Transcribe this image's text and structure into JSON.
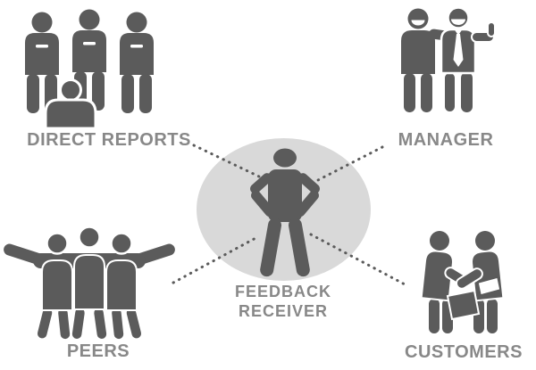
{
  "diagram": {
    "type": "360-degree-feedback",
    "center": {
      "label_line1": "FEEDBACK",
      "label_line2": "RECEIVER",
      "icon": "person-hands-on-hips-icon"
    },
    "nodes": [
      {
        "label": "DIRECT REPORTS",
        "position": "top-left",
        "icon": "three-adults-and-child-group-icon"
      },
      {
        "label": "MANAGER",
        "position": "top-right",
        "icon": "two-smiling-people-tie-thumbs-up-icon"
      },
      {
        "label": "PEERS",
        "position": "bottom-left",
        "icon": "three-people-arms-around-shoulders-icon"
      },
      {
        "label": "CUSTOMERS",
        "position": "bottom-right",
        "icon": "two-people-handshake-briefcase-icon"
      }
    ],
    "connectors": [
      {
        "from": "center",
        "to": "direct-reports"
      },
      {
        "from": "center",
        "to": "manager"
      },
      {
        "from": "center",
        "to": "peers"
      },
      {
        "from": "center",
        "to": "customers"
      }
    ],
    "colors": {
      "figure": "#5b5b5b",
      "ellipse": "#d9d9d9",
      "label": "#888888",
      "connector": "#5b5b5b",
      "background": "#ffffff"
    }
  }
}
